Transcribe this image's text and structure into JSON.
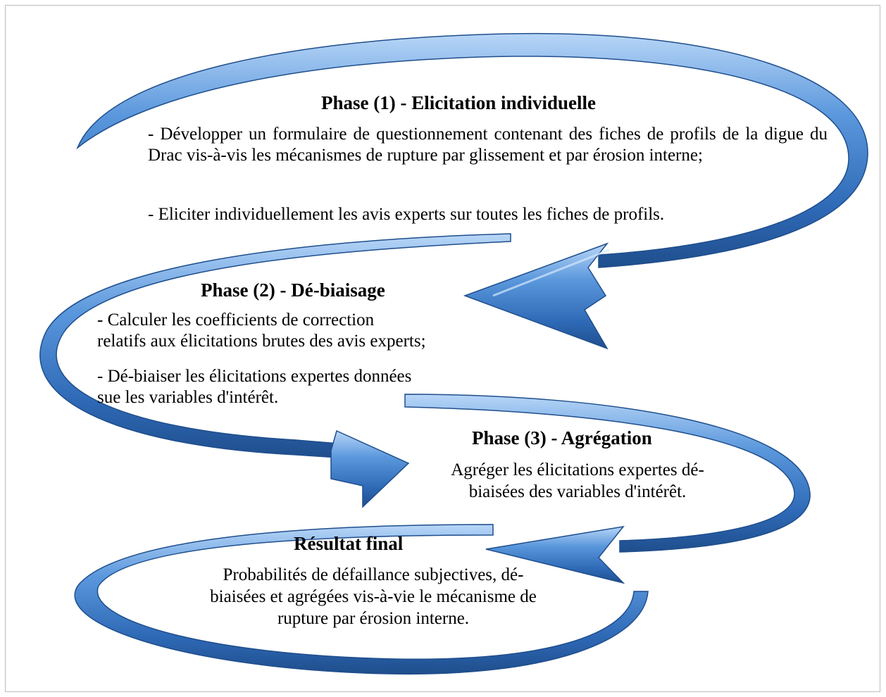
{
  "phase1": {
    "title": "Phase (1)  - Elicitation individuelle",
    "item1": "- Développer un formulaire de questionnement contenant des fiches de profils de la digue du Drac vis-à-vis les mécanismes de rupture par glissement et par érosion interne;",
    "item2": "- Eliciter individuellement les avis experts sur toutes les fiches de profils."
  },
  "phase2": {
    "title": "Phase (2) - Dé-biaisage",
    "item1_line1": "- Calculer les coefficients de correction",
    "item1_line2": "relatifs aux élicitations brutes des avis experts;",
    "item2_line1": "- Dé-biaiser les élicitations expertes données",
    "item2_line2": "sue les variables d'intérêt."
  },
  "phase3": {
    "title": "Phase (3) - Agrégation",
    "line1": "Agréger les élicitations expertes dé-",
    "line2": "biaisées des variables d'intérêt."
  },
  "result": {
    "title": "Résultat final",
    "line1": "Probabilités de défaillance subjectives, dé-",
    "line2": "biaisées et agrégées vis-à-vie le mécanisme de",
    "line3": "rupture par érosion interne."
  },
  "colors": {
    "arrow_dark": "#1f4e8c",
    "arrow_mid": "#3f7fd0",
    "arrow_light": "#a9cdf5",
    "frame_border": "#bdbdbd"
  }
}
